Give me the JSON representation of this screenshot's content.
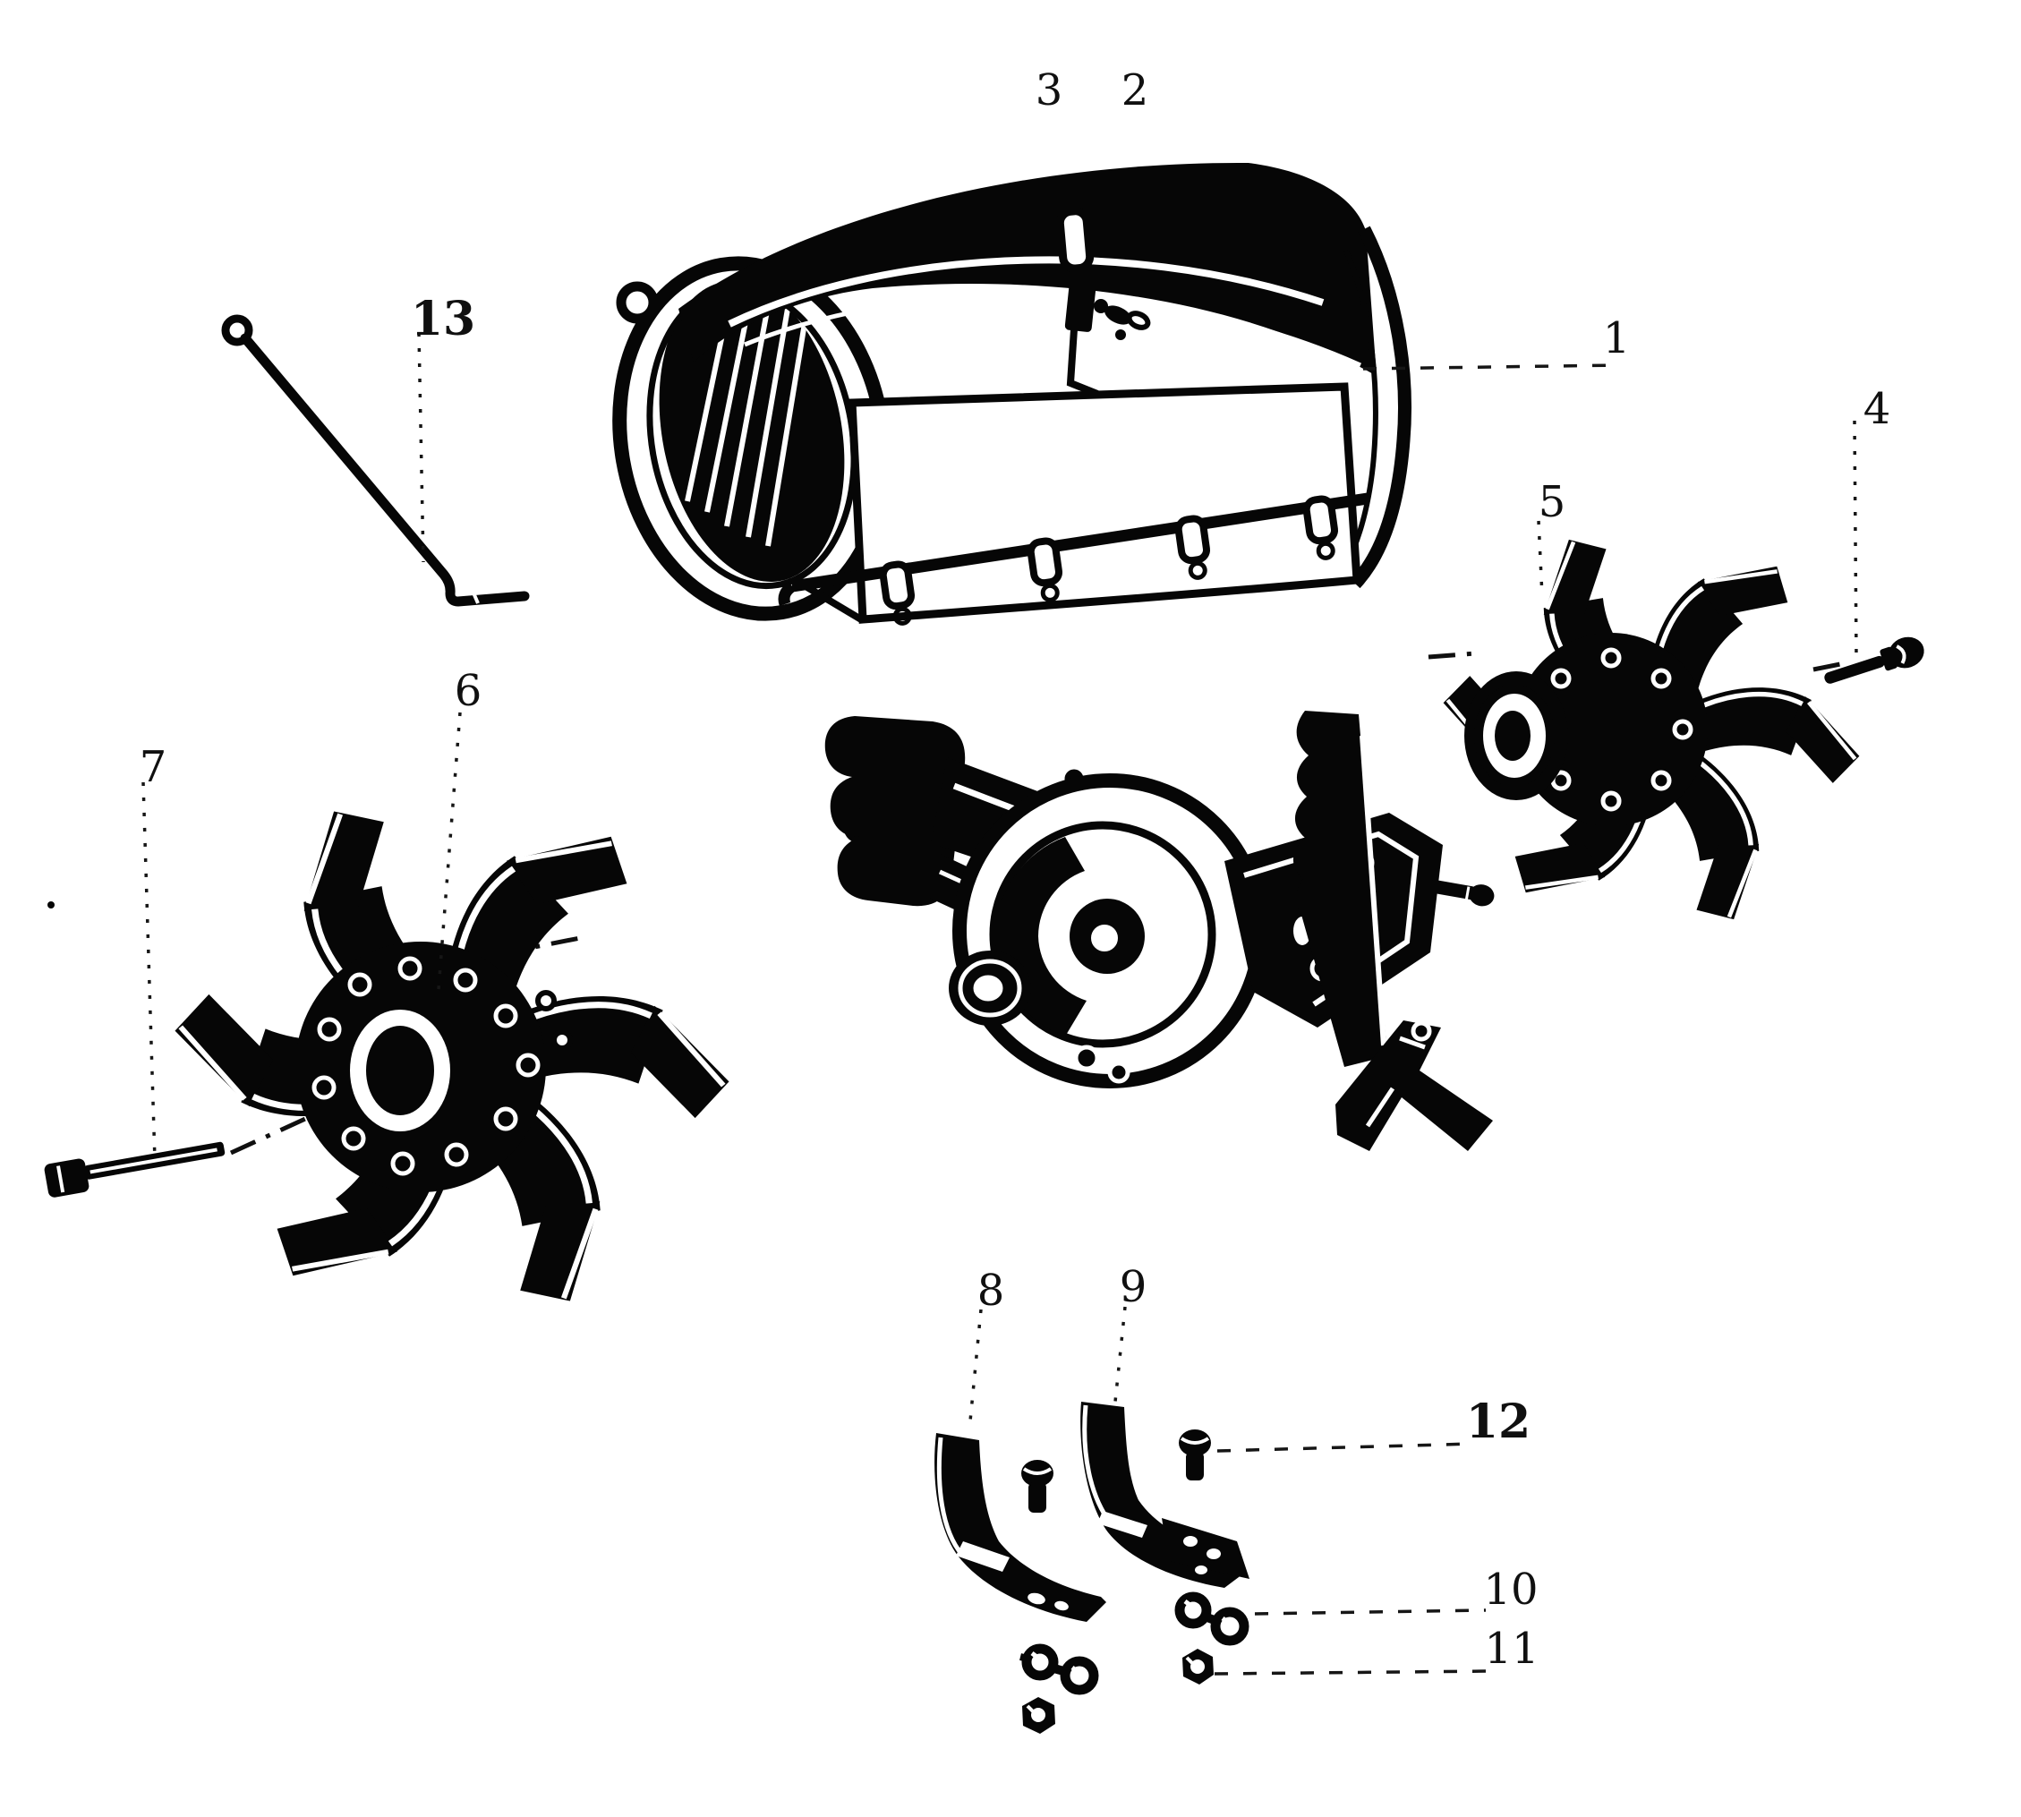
{
  "figure": {
    "type": "exploded-parts-diagram",
    "description_style": "black-and-white line engraving",
    "background_color": "#ffffff",
    "ink_color": "#060606",
    "label_color": "#101010"
  },
  "callouts": {
    "c1": "1",
    "c2": "2",
    "c3": "3",
    "c4": "4",
    "c5": "5",
    "c6": "6",
    "c7": "7",
    "c8": "8",
    "c9": "9",
    "c10": "10",
    "c11": "11",
    "c12": "12",
    "c13": "13"
  }
}
